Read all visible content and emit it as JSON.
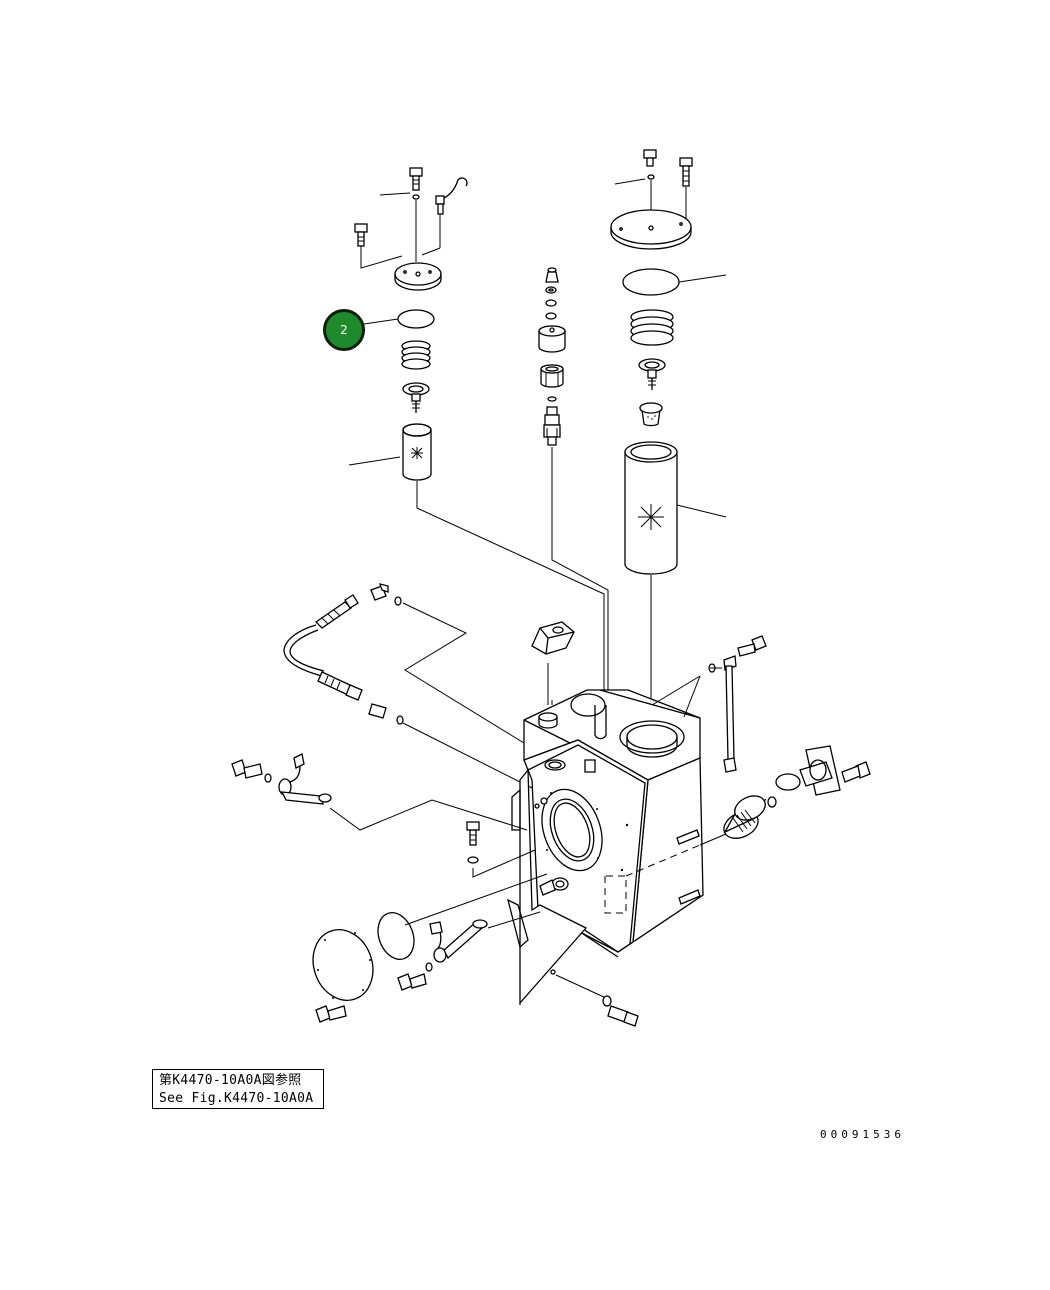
{
  "diagram": {
    "reference": {
      "line_ja": "第K4470-10A0A図参照",
      "line_en": "See Fig.K4470-10A0A"
    },
    "drawing_number": "00091536",
    "callouts": [
      {
        "label": "2",
        "color": "#1e8a2b"
      }
    ]
  }
}
